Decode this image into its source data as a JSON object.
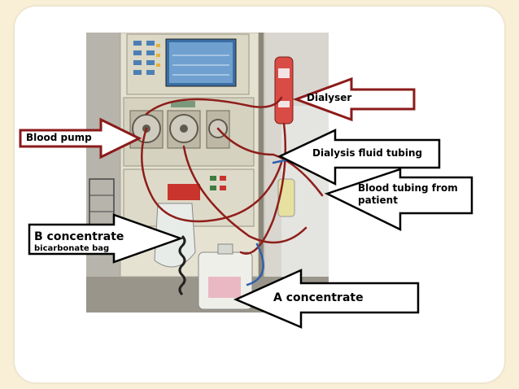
{
  "labels": {
    "dialyser": "Dialyser",
    "blood_pump": "Blood pump",
    "dialysis_fluid_tubing": "Dialysis fluid tubing",
    "blood_tubing_line1": "Blood tubing from",
    "blood_tubing_line2": "patient",
    "b_concentrate": "B concentrate",
    "bicarbonate_bag": "bicarbonate bag",
    "a_concentrate": "A concentrate"
  },
  "colors": {
    "frame_background": "#f8efd6",
    "card_background": "#ffffff",
    "red_arrow_stroke": "#8b1a1a",
    "black_arrow_stroke": "#000000",
    "arrow_fill": "#ffffff"
  },
  "photo": {
    "subject": "hemodialysis machine"
  }
}
